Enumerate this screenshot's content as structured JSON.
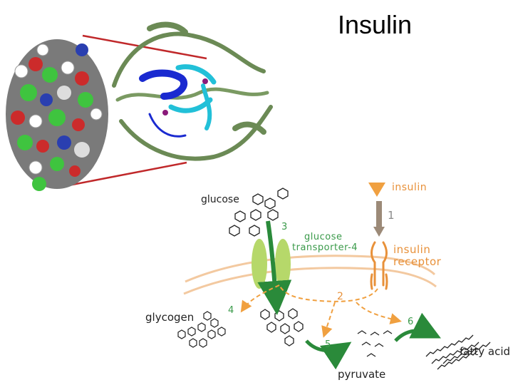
{
  "title": "Insulin",
  "labels": {
    "glucose": "glucose",
    "insulin": "insulin",
    "glucose_transporter_line1": "glucose",
    "glucose_transporter_line2": "transporter-4",
    "insulin_receptor_line1": "insulin",
    "insulin_receptor_line2": "receptor",
    "glycogen": "glycogen",
    "pyruvate": "pyruvate",
    "fatty_acid": "fatty acid"
  },
  "steps": [
    "1",
    "2",
    "3",
    "4",
    "5",
    "6"
  ],
  "colors": {
    "orange": "#f0a040",
    "green": "#2a8a3a",
    "membrane": "#f3c9a0",
    "transporter": "#b6d86a",
    "insulin_arrow": "#9c8a78",
    "red_line": "#c0282a"
  }
}
